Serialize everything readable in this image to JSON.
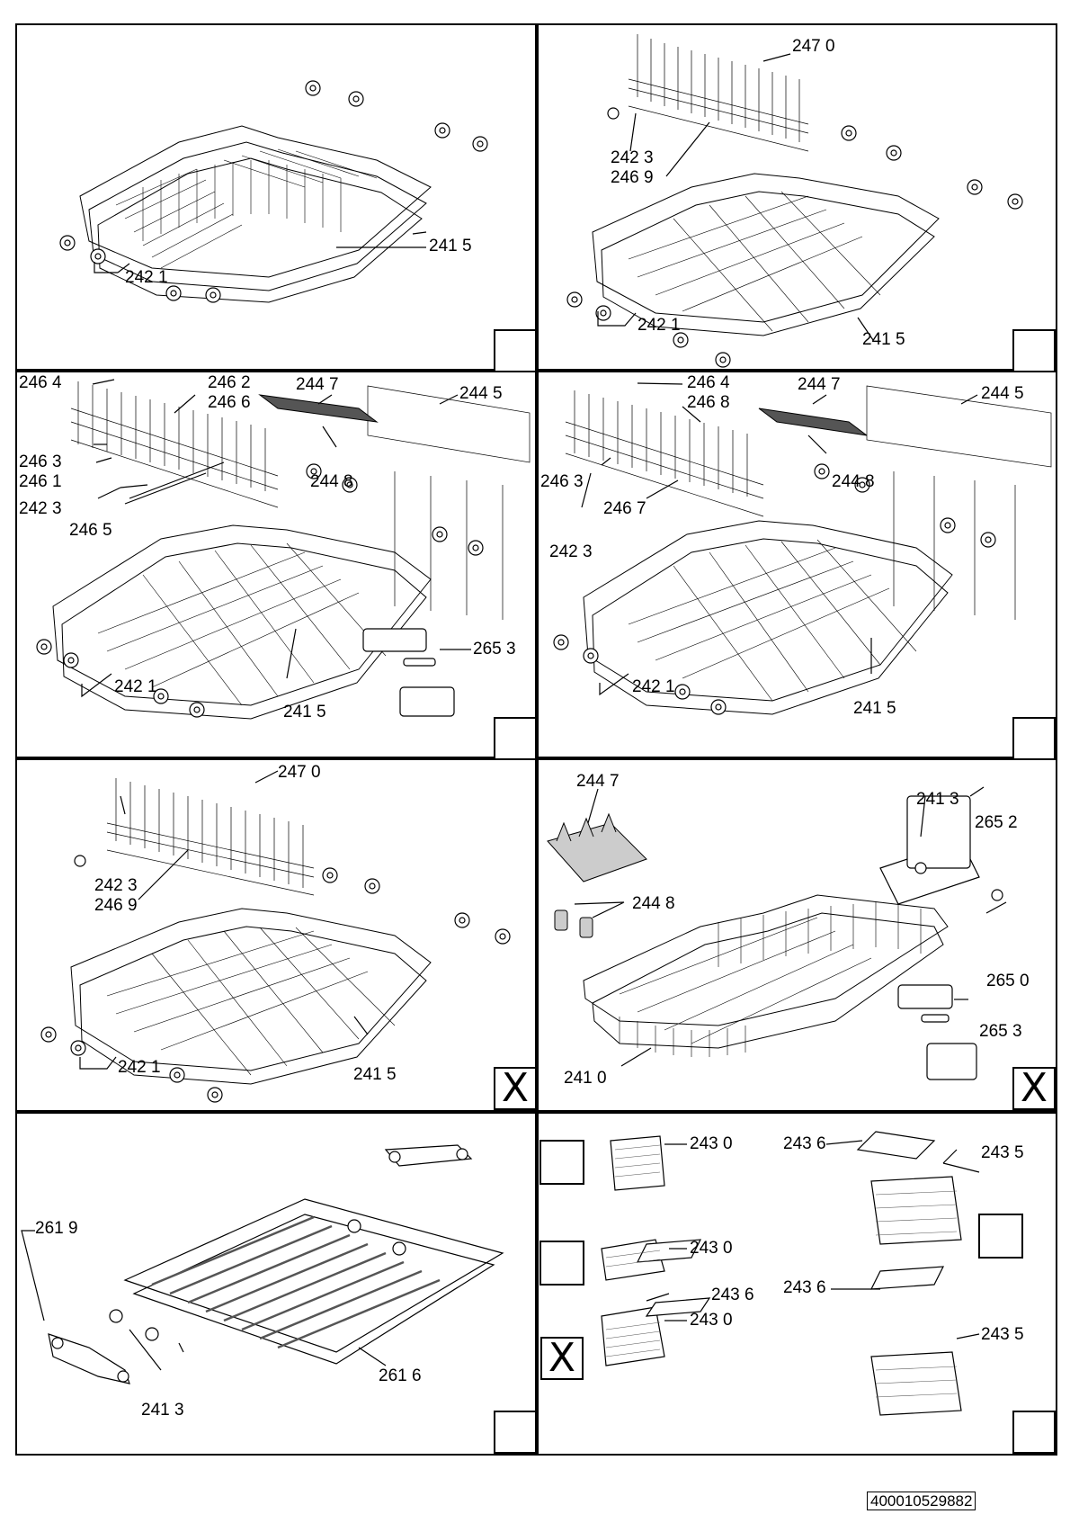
{
  "panels": [
    {
      "labels": [
        "241 5",
        "242 1"
      ],
      "marker": ""
    },
    {
      "labels": [
        "247 0",
        "242 3",
        "246 9",
        "242 1",
        "241 5"
      ],
      "marker": ""
    },
    {
      "labels": [
        "246 4",
        "246 2",
        "246 6",
        "244 7",
        "244 5",
        "246 3",
        "246 1",
        "242 3",
        "244 8",
        "246 5",
        "265 3",
        "242 1",
        "241 5"
      ],
      "marker": ""
    },
    {
      "labels": [
        "246 4",
        "246 8",
        "244 7",
        "244 5",
        "246 3",
        "244 8",
        "246 7",
        "242 3",
        "242 1",
        "241 5"
      ],
      "marker": ""
    },
    {
      "labels": [
        "247 0",
        "242 3",
        "246 9",
        "242 1",
        "241 5"
      ],
      "marker": "X"
    },
    {
      "labels": [
        "244 7",
        "241 3",
        "265 2",
        "244 8",
        "265 0",
        "265 3",
        "241 0"
      ],
      "marker": "X"
    },
    {
      "labels": [
        "261 9",
        "261 6",
        "241 3"
      ],
      "marker": ""
    },
    {
      "labels": [
        "243 0",
        "243 6",
        "243 5",
        "243 0",
        "243 6",
        "243 6",
        "243 0",
        "243 5"
      ],
      "marker": "X"
    }
  ],
  "document_number": "400010529882"
}
